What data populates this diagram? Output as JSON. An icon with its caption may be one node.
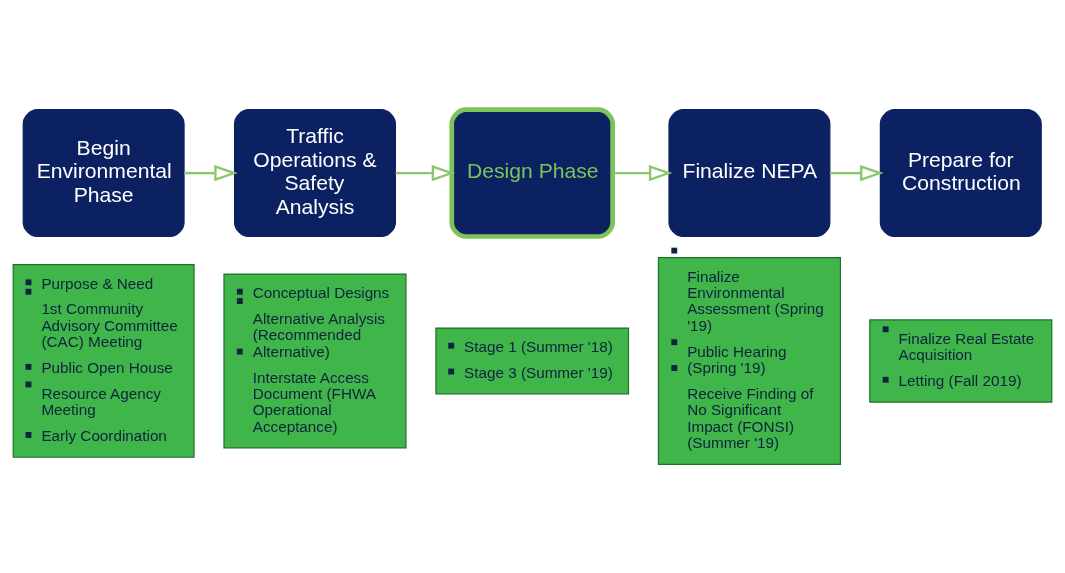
{
  "diagram": {
    "nodes": [
      {
        "text": [
          "Begin Environmental Phase"
        ]
      },
      {
        "text": [
          "Traffic Operations & Safety Analysis"
        ]
      },
      {
        "text": [
          "Design Phase"
        ]
      },
      {
        "text": [
          "Finalize NEPA"
        ]
      },
      {
        "text": [
          "Prepare for Construction"
        ]
      },
      {
        "text": [
          "Purpose & Need",
          "1st Community Advisory Committee (CAC) Meeting",
          "Public Open House",
          "Resource Agency Meeting",
          "Early Coordination"
        ]
      },
      {
        "text": [
          "Conceptual Designs",
          "Alternative Analysis (Recommended Alternative)",
          "Interstate Access Document (FHWA Operational Acceptance)"
        ]
      },
      {
        "text": [
          "Stage 1 (Summer '18)",
          "Stage 3 (Summer '19)"
        ]
      },
      {
        "text": [
          "Finalize Environmental Assessment (Spring '19)",
          "Public Hearing (Spring '19)",
          "Receive Finding of No Significant Impact (FONSI) (Summer '19)"
        ]
      },
      {
        "text": [
          "Finalize Real Estate Acquisition",
          "Letting (Fall 2019)"
        ]
      }
    ],
    "edges": [
      {
        "from": 0,
        "to": 1,
        "arrow": "to"
      },
      {
        "from": 1,
        "to": 2,
        "arrow": "to"
      },
      {
        "from": 2,
        "to": 3,
        "arrow": "to"
      },
      {
        "from": 3,
        "to": 4,
        "arrow": "to"
      }
    ]
  }
}
